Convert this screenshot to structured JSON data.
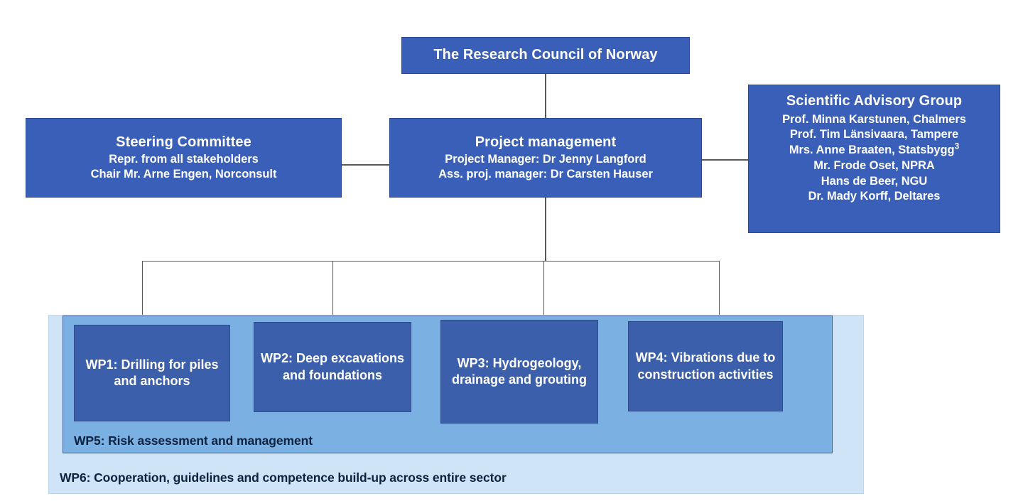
{
  "chart_data": {
    "type": "diagram",
    "title": "Project organisation chart",
    "nodes": [
      {
        "id": "council",
        "label": "The Research Council of Norway",
        "level": "funder"
      },
      {
        "id": "steering",
        "label": "Steering Committee",
        "level": "governance"
      },
      {
        "id": "management",
        "label": "Project management",
        "level": "management"
      },
      {
        "id": "advisory",
        "label": "Scientific Advisory Group",
        "level": "advisory"
      },
      {
        "id": "wp1",
        "label": "WP1: Drilling for piles and anchors",
        "level": "work-package"
      },
      {
        "id": "wp2",
        "label": "WP2: Deep excavations and foundations",
        "level": "work-package"
      },
      {
        "id": "wp3",
        "label": "WP3: Hydrogeology, drainage and grouting",
        "level": "work-package"
      },
      {
        "id": "wp4",
        "label": "WP4: Vibrations due to construction activities",
        "level": "work-package"
      },
      {
        "id": "wp5",
        "label": "WP5: Risk assessment and management",
        "level": "cross-cutting"
      },
      {
        "id": "wp6",
        "label": "WP6: Cooperation, guidelines and competence build-up across entire sector",
        "level": "cross-cutting"
      }
    ],
    "edges": [
      {
        "from": "council",
        "to": "management"
      },
      {
        "from": "steering",
        "to": "management"
      },
      {
        "from": "management",
        "to": "advisory"
      },
      {
        "from": "management",
        "to": "wp1"
      },
      {
        "from": "management",
        "to": "wp2"
      },
      {
        "from": "management",
        "to": "wp3"
      },
      {
        "from": "management",
        "to": "wp4"
      }
    ],
    "containment": [
      {
        "container": "wp6",
        "contains": [
          "wp5"
        ]
      },
      {
        "container": "wp5",
        "contains": [
          "wp1",
          "wp2",
          "wp3",
          "wp4"
        ]
      }
    ],
    "colors": {
      "node_fill": "#3A5FB8",
      "wp_fill": "#3C5FAB",
      "wp5_band": "#7BB0E3",
      "wp6_band": "#CFE4F7",
      "node_text": "#FFFFFF",
      "band_text": "#0C2340",
      "connector": "#595959"
    }
  },
  "council": {
    "title": "The Research Council of Norway"
  },
  "steering": {
    "title": "Steering Committee",
    "line1": "Repr. from all stakeholders",
    "line2": "Chair Mr. Arne Engen, Norconsult"
  },
  "management": {
    "title": "Project management",
    "line1": "Project Manager: Dr Jenny Langford",
    "line2": "Ass. proj. manager: Dr Carsten Hauser"
  },
  "advisory": {
    "title": "Scientific Advisory Group",
    "members": [
      "Prof. Minna Karstunen, Chalmers",
      "Prof. Tim Länsivaara, Tampere",
      "Mrs. Anne Braaten, Statsbygg",
      "Mr. Frode Oset, NPRA",
      "Hans de Beer, NGU",
      "Dr. Mady Korff, Deltares"
    ],
    "statsbygg_superscript": "3"
  },
  "work_packages": [
    {
      "id": "wp1",
      "label": "WP1: Drilling for piles and anchors"
    },
    {
      "id": "wp2",
      "label": "WP2: Deep excavations and foundations"
    },
    {
      "id": "wp3",
      "label": "WP3: Hydrogeology, drainage and grouting"
    },
    {
      "id": "wp4",
      "label": "WP4: Vibrations due to construction activities"
    }
  ],
  "bands": {
    "wp5": "WP5: Risk assessment and management",
    "wp6": "WP6: Cooperation, guidelines and competence build-up across entire sector"
  }
}
